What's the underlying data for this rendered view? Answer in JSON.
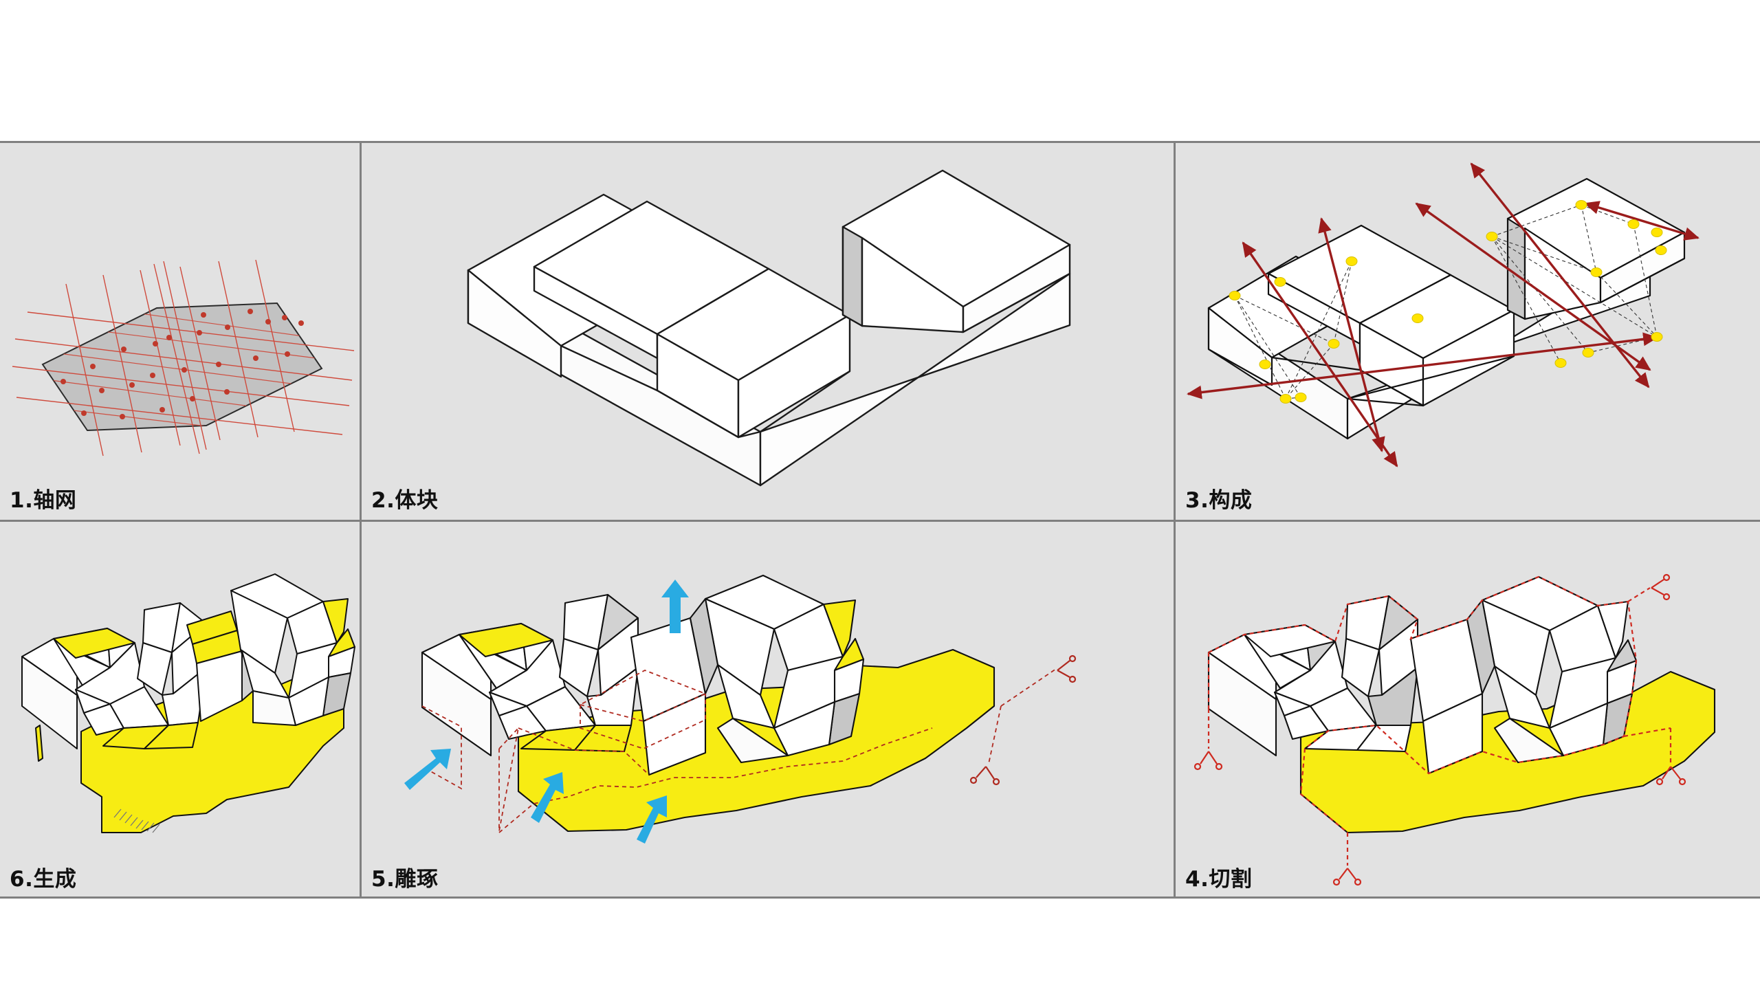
{
  "diagram": {
    "title": "Architectural Massing Generation Diagram",
    "background_color": "#ffffff",
    "panel_background_color": "#e2e2e2",
    "panel_border_color": "#808080",
    "accent_colors": {
      "grid_red": "#c0392b",
      "arrow_dark_red": "#9b1c1c",
      "node_yellow": "#ffe400",
      "mass_yellow": "#f7ec13",
      "arrow_blue": "#29abe2",
      "cut_red": "#c0392b",
      "shade_gray": "#c8c8c8",
      "face_white": "#ffffff",
      "outline_black": "#1a1a1a"
    },
    "panels": [
      {
        "id": "panel-grid",
        "step": "1",
        "label": "1.轴网",
        "label_meaning": "Axis grid",
        "column": 1,
        "row": "top",
        "art": "grid-plane",
        "description": "Gray parallelogram site plane overlaid with red axis grid lines and red node dots"
      },
      {
        "id": "panel-volume",
        "step": "2",
        "label": "2.体块",
        "label_meaning": "Volume / mass",
        "column": 2,
        "row": "top",
        "art": "massing-box",
        "description": "White axonometric slab with two raised rectangular blocks and a notch between them"
      },
      {
        "id": "panel-composition",
        "step": "3",
        "label": "3.构成",
        "label_meaning": "Composition",
        "column": 3,
        "row": "top",
        "art": "composition-arrows",
        "description": "Same massing with yellow node markers, dark red double-headed force arrows and black dashed construction lines"
      },
      {
        "id": "panel-generation",
        "step": "6",
        "label": "6.生成",
        "label_meaning": "Generation",
        "column": 1,
        "row": "bottom",
        "art": "faceted-final",
        "description": "Final faceted crystalline roofscape in white with yellow facets and yellow plinth"
      },
      {
        "id": "panel-carving",
        "step": "5",
        "label": "5.雕琢",
        "label_meaning": "Carving / sculpting",
        "column": 2,
        "row": "bottom",
        "art": "faceted-carve",
        "description": "Faceted form with blue push arrows, red dashed carving outlines and a red scissors marker"
      },
      {
        "id": "panel-cutting",
        "step": "4",
        "label": "4.切割",
        "label_meaning": "Cutting",
        "column": 3,
        "row": "bottom",
        "art": "faceted-cut",
        "description": "Faceted form with red dashed cut lines tracing the silhouette and red scissors icons at the corners"
      }
    ]
  }
}
